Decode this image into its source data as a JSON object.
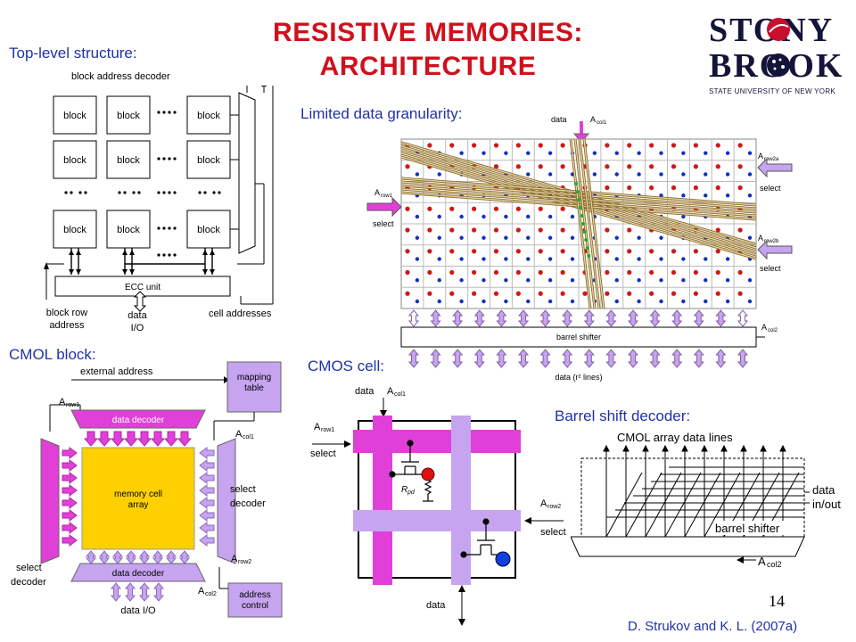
{
  "slide": {
    "title_line1": "RESISTIVE MEMORIES:",
    "title_line2": "ARCHITECTURE",
    "page_number": "14",
    "citation": "D. Strukov and K. L. (2007a)"
  },
  "logo": {
    "line1": "STONY",
    "line2": "BROOK",
    "subtitle": "STATE UNIVERSITY OF NEW YORK"
  },
  "top_level": {
    "heading": "Top-level structure:",
    "decoder_label": "block address decoder",
    "block_label": "block",
    "ecc_label": "ECC unit",
    "block_row_address_l1": "block row",
    "block_row_address_l2": "address",
    "data_io_l1": "data",
    "data_io_l2": "I/O",
    "cell_addresses": "cell addresses"
  },
  "granularity": {
    "heading": "Limited data granularity:",
    "data": "data",
    "a_col1": "A",
    "a_col1_sub": "col1",
    "a_row1": "A",
    "a_row1_sub": "row1",
    "select_left": "select",
    "a_row2a": "A",
    "a_row2a_sub": "row2a",
    "select_r1": "select",
    "a_row2b": "A",
    "a_row2b_sub": "row2b",
    "select_r2": "select",
    "a_col2": "A",
    "a_col2_sub": "col2",
    "barrel_shifter": "barrel shifter",
    "data_lines": "data (r² lines)"
  },
  "cmol_block": {
    "heading": "CMOL block:",
    "external_address": "external address",
    "mapping_table_l1": "mapping",
    "mapping_table_l2": "table",
    "a_row1": "A",
    "a_row1_sub": "row1",
    "a_col1": "A",
    "a_col1_sub": "col1",
    "data_decoder_top": "data decoder",
    "memory_cell_l1": "memory cell",
    "memory_cell_l2": "array",
    "select_decoder_right_l1": "select",
    "select_decoder_right_l2": "decoder",
    "select_decoder_left_l1": "select",
    "select_decoder_left_l2": "decoder",
    "a_row2": "A",
    "a_row2_sub": "row2",
    "data_decoder_bottom": "data decoder",
    "a_col2": "A",
    "a_col2_sub": "col2",
    "address_control_l1": "address",
    "address_control_l2": "control",
    "data_io": "data I/O"
  },
  "cmos_cell": {
    "heading": "CMOS cell:",
    "data_top": "data",
    "a_col1": "A",
    "a_col1_sub": "col1",
    "a_row1": "A",
    "a_row1_sub": "row1",
    "select_left": "select",
    "r_pd": "R",
    "r_pd_sub": "pd",
    "a_row2": "A",
    "a_row2_sub": "row2",
    "select_right": "select",
    "data_bottom": "data"
  },
  "barrel_decoder": {
    "heading": "Barrel shift decoder:",
    "array_lines": "CMOL array data lines",
    "data_inout_l1": "data",
    "data_inout_l2": "in/out",
    "barrel_shifter": "barrel shifter",
    "a_col2": "A",
    "a_col2_sub": "col2"
  },
  "colors": {
    "title_red": "#d0101c",
    "heading_blue": "#1f32a8",
    "magenta": "#e040d8",
    "lavender": "#c6a4f0",
    "yellow": "#ffd000",
    "logo_red": "#c8102e",
    "logo_navy": "#14143a"
  }
}
